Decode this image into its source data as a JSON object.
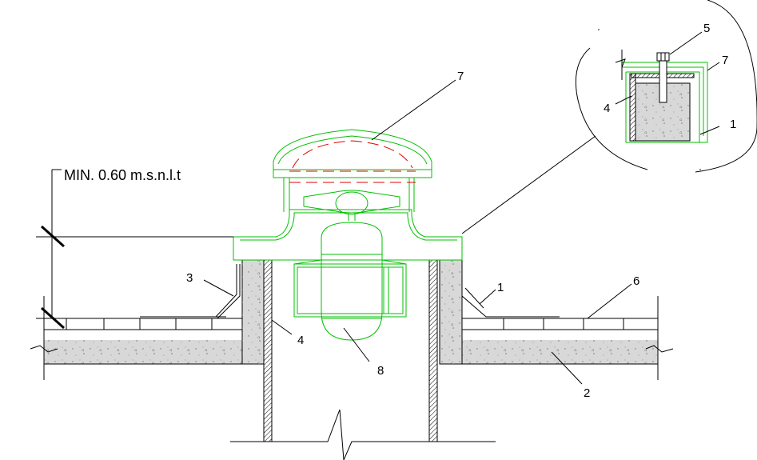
{
  "dimension_label": "MIN. 0.60 m.s.n.l.t",
  "callouts": {
    "c1": "1",
    "c2": "2",
    "c3": "3",
    "c4": "4",
    "c6": "6",
    "c7": "7",
    "c8": "8",
    "d5": "5",
    "d7": "7",
    "d4": "4",
    "d1": "1"
  },
  "colors": {
    "line": "#000000",
    "fan": "#00c000",
    "dash": "#e00000",
    "concrete": "#d8d8d8"
  }
}
